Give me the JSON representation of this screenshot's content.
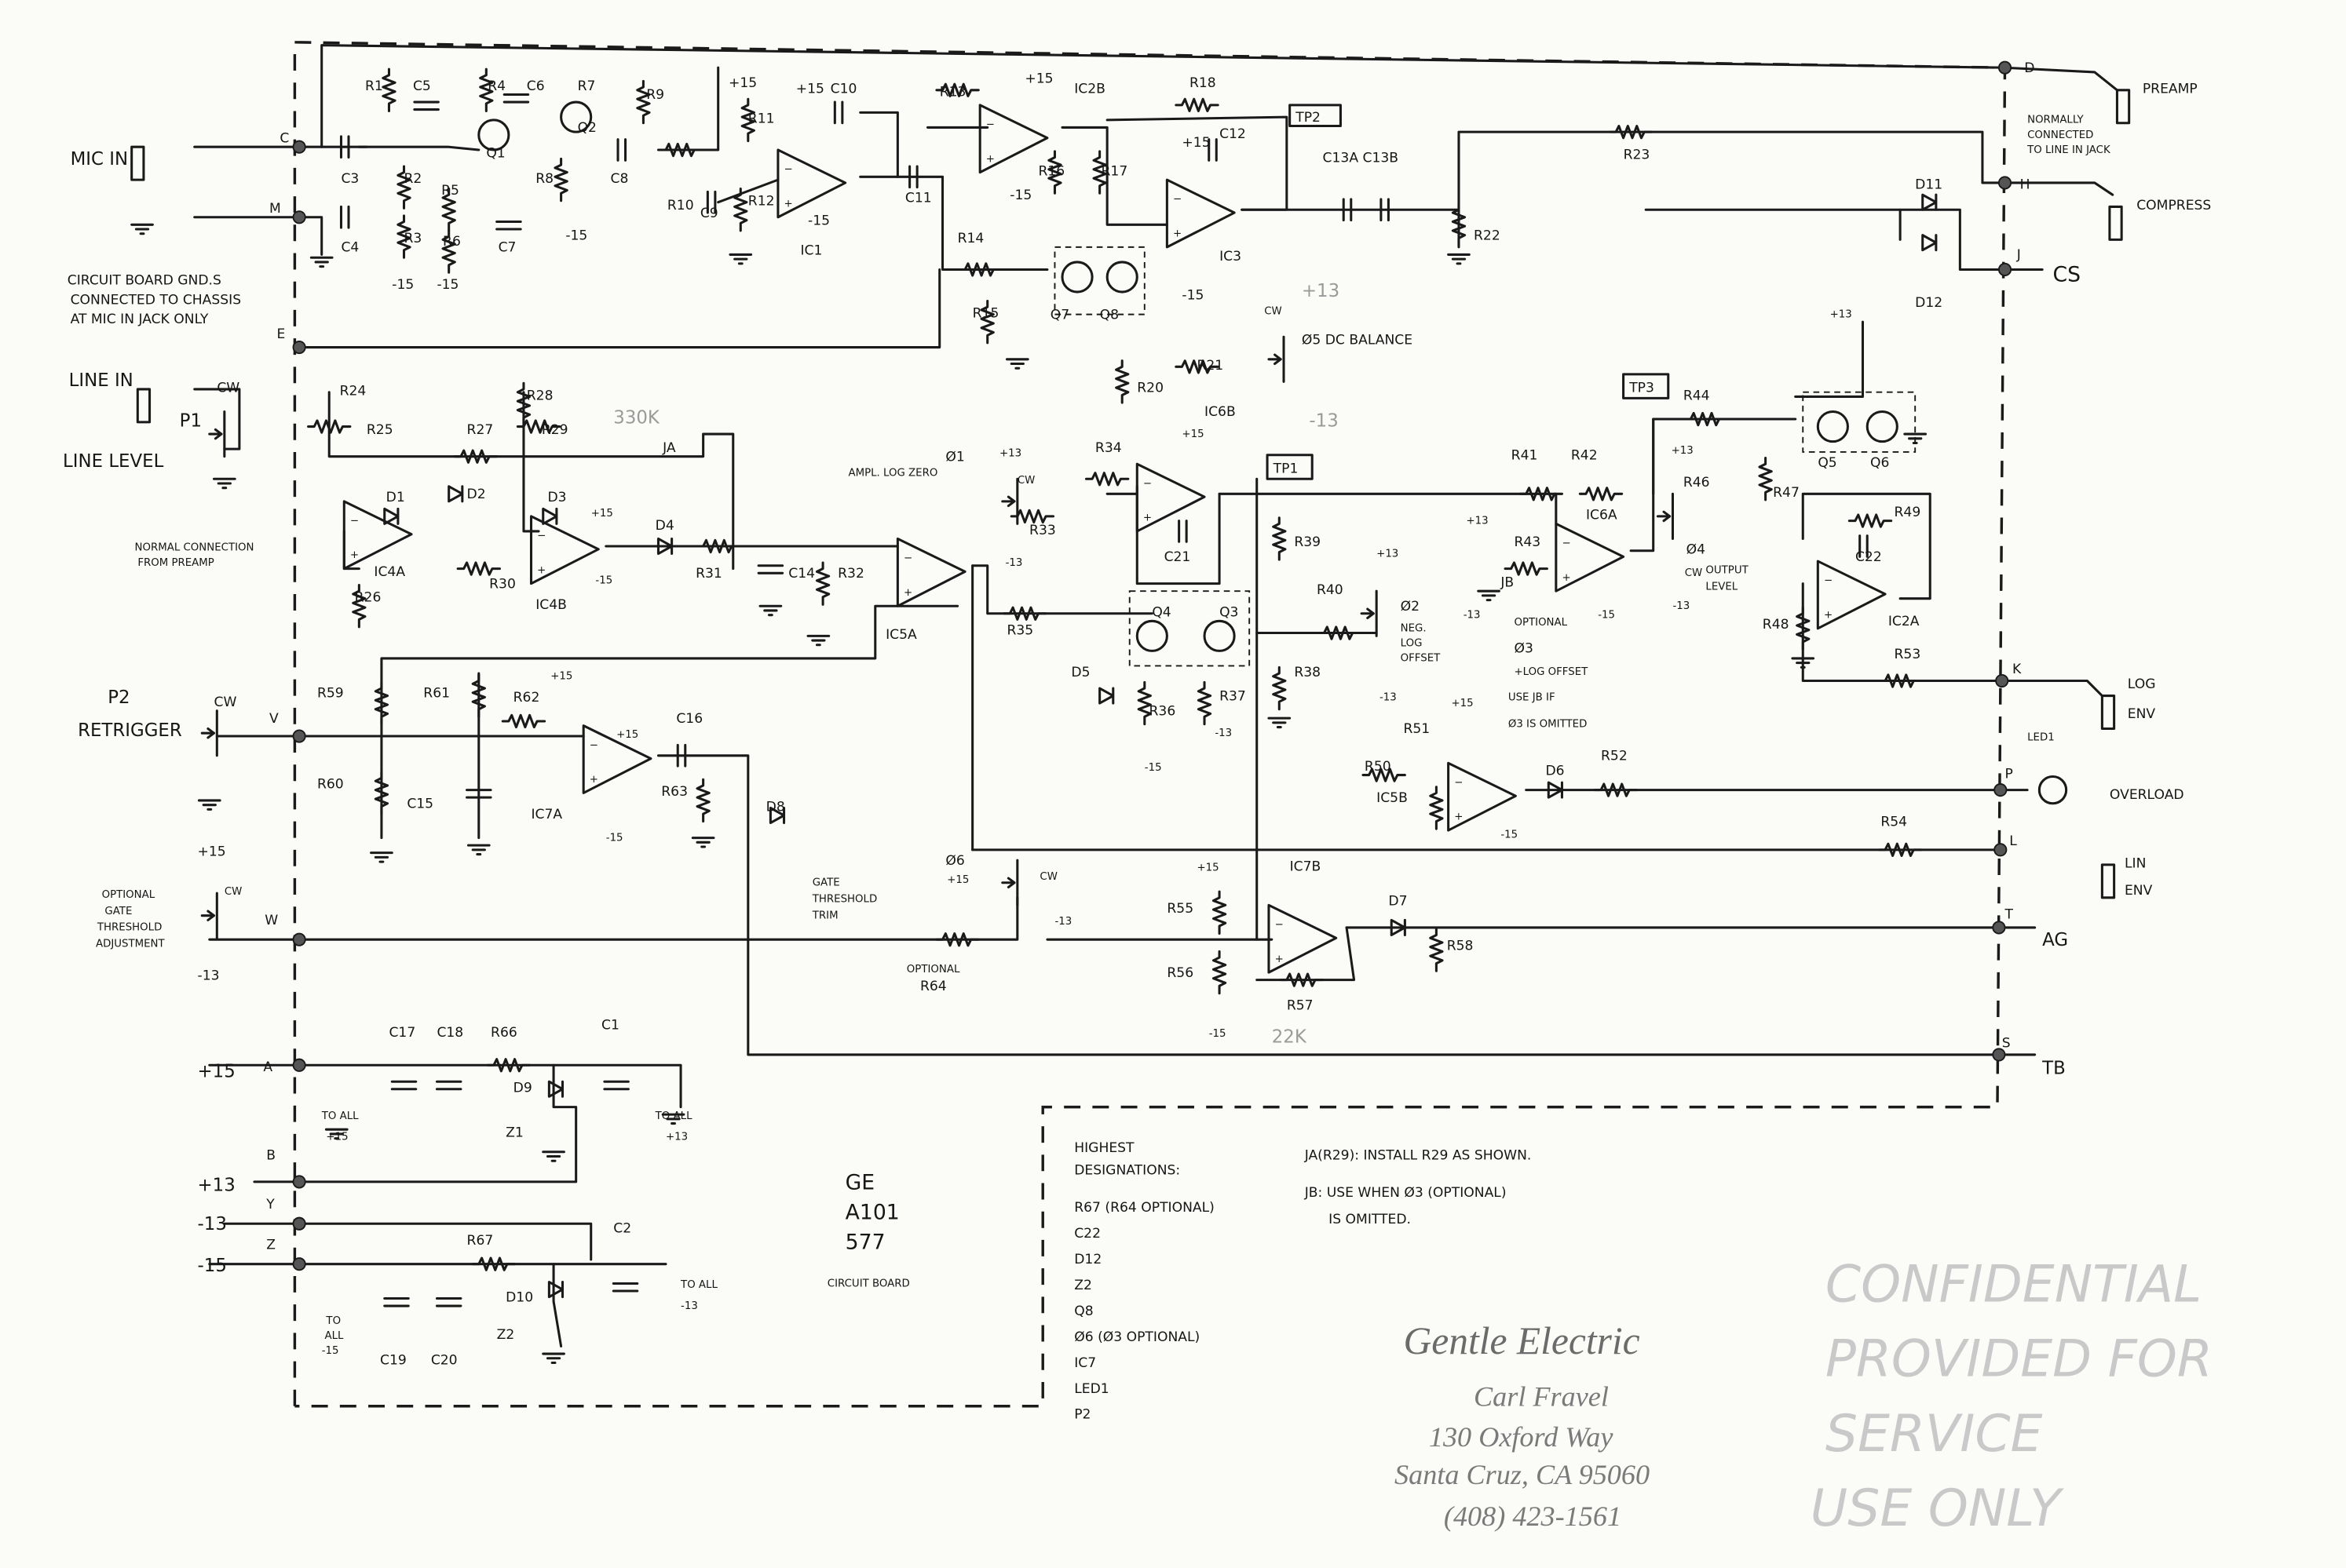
{
  "document": {
    "type": "schematic",
    "ink_color": "#1a1a1a",
    "paper_color": "#fbfbf8"
  },
  "labels": {
    "mic_in": "MIC IN",
    "gnd1": "CIRCUIT BOARD GND.S",
    "gnd2": "CONNECTED TO CHASSIS",
    "gnd3": "AT MIC IN JACK ONLY",
    "line_in": "LINE IN",
    "line_level": "LINE LEVEL",
    "p1": "P1",
    "cw_p1": "CW",
    "norm1": "NORMAL CONNECTION",
    "norm2": "FROM PREAMP",
    "p2": "P2",
    "retrigger": "RETRIGGER",
    "cw_p2": "CW",
    "opt1": "OPTIONAL",
    "opt2": "GATE",
    "opt3": "THRESHOLD",
    "opt4": "ADJUSTMENT",
    "opt_p15": "+15",
    "opt_m13": "-13",
    "opt_cw": "CW",
    "n_c": "C",
    "n_m": "M",
    "n_e": "E",
    "n_v": "V",
    "n_w": "W",
    "n_a": "A",
    "n_b": "B",
    "n_y": "Y",
    "n_z": "Z",
    "n_d": "D",
    "n_h": "H",
    "n_j": "J",
    "n_k": "K",
    "n_p": "P",
    "n_l": "L",
    "n_t": "T",
    "n_s": "S",
    "preamp": "PREAMP",
    "nc1": "NORMALLY",
    "nc2": "CONNECTED",
    "nc3": "TO LINE IN JACK",
    "compress": "COMPRESS",
    "cs": "CS",
    "log_env1": "LOG",
    "log_env2": "ENV",
    "overload": "OVERLOAD",
    "led1b": "LED1",
    "lin_env1": "LIN",
    "lin_env2": "ENV",
    "ag": "AG",
    "tb": "TB",
    "R1": "R1",
    "C5": "C5",
    "R4": "R4",
    "C6": "C6",
    "R7": "R7",
    "R9": "R9",
    "Q2": "Q2",
    "Q1": "Q1",
    "C3": "C3",
    "R2": "R2",
    "R5": "R5",
    "R8": "R8",
    "C8": "C8",
    "R10": "R10",
    "C4": "C4",
    "R3": "R3",
    "R6": "R6",
    "C7": "C7",
    "m15a": "-15",
    "m15b": "-15",
    "m15c": "-15",
    "p15a": "+15",
    "R11": "R11",
    "C9": "C9",
    "R12": "R12",
    "IC1": "IC1",
    "p15c10": "+15",
    "C10": "C10",
    "m15ic1": "-15",
    "R13": "R13",
    "p15b": "+15",
    "IC2B": "IC2B",
    "R18": "R18",
    "TP2": "TP2",
    "R16": "R16",
    "R17": "R17",
    "C11": "C11",
    "R14": "R14",
    "m15ic2": "-15",
    "p15c": "+15",
    "C12": "C12",
    "IC3": "IC3",
    "m15ic3": "-15",
    "C13": "C13A  C13B",
    "R23": "R23",
    "R22": "R22",
    "D11": "D11",
    "D12": "D12",
    "R15": "R15",
    "Q7": "Q7",
    "Q8": "Q8",
    "o5": "Ø5  DC BALANCE",
    "o5cw": "CW",
    "o5p": "+13",
    "o5m": "-13",
    "R20": "R20",
    "R21": "R21",
    "IC6B": "IC6B",
    "R24": "R24",
    "R25": "R25",
    "R27": "R27",
    "R28": "R28",
    "R29": "R29",
    "k330": "330K",
    "JA": "JA",
    "D1": "D1",
    "D2": "D2",
    "D3": "D3",
    "D4": "D4",
    "IC4A": "IC4A",
    "IC4B": "IC4B",
    "R26": "R26",
    "R30": "R30",
    "p15d": "+15",
    "m15d": "-15",
    "R31": "R31",
    "C14": "C14",
    "R32": "R32",
    "IC5A": "IC5A",
    "o1a": "Ø1",
    "o1b": "AMPL. LOG ZERO",
    "o1p": "+13",
    "o1m": "-13",
    "o1cw": "CW",
    "R33": "R33",
    "R34": "R34",
    "p15e": "+15",
    "C21": "C21",
    "TP1": "TP1",
    "R35": "R35",
    "R39": "R39",
    "R40": "R40",
    "o2a": "Ø2",
    "o2b": "NEG.",
    "o2c": "LOG",
    "o2d": "OFFSET",
    "o2p": "+13",
    "o2m": "-13",
    "Q4": "Q4",
    "Q3": "Q3",
    "D5": "D5",
    "R36": "R36",
    "R37": "R37",
    "m13a": "-13",
    "m15e": "-15",
    "R38": "R38",
    "TP3": "TP3",
    "R44": "R44",
    "R41": "R41",
    "R42": "R42",
    "R43": "R43",
    "JB": "JB",
    "p13a": "+13",
    "m13b": "-13",
    "IC6A": "IC6A",
    "m15f": "-15",
    "R46": "R46",
    "R47": "R47",
    "Q5": "Q5",
    "Q6": "Q6",
    "R49": "R49",
    "C22": "C22",
    "p13b": "+13",
    "p13c": "+13",
    "o4a": "Ø4",
    "o4b": "OUTPUT",
    "o4c": "LEVEL",
    "o4cw": "CW",
    "o4m": "-13",
    "R48": "R48",
    "IC2A": "IC2A",
    "R53": "R53",
    "o3a": "OPTIONAL",
    "o3b": "Ø3",
    "o3c": "+LOG OFFSET",
    "o3d": "USE JB IF",
    "o3e": "Ø3 IS OMITTED",
    "R59": "R59",
    "R61": "R61",
    "R62": "R62",
    "p15f": "+15",
    "p15g": "+15",
    "C16": "C16",
    "R60": "R60",
    "C15": "C15",
    "IC7A": "IC7A",
    "m15g": "-15",
    "R63": "R63",
    "D8": "D8",
    "R51": "R51",
    "p15h": "+15",
    "R50": "R50",
    "IC5B": "IC5B",
    "m15h": "-15",
    "D6": "D6",
    "R52": "R52",
    "R54": "R54",
    "o6a": "GATE",
    "o6b": "Ø6",
    "o6c": "THRESHOLD",
    "o6d": "TRIM",
    "o6p": "+15",
    "o6cw": "CW",
    "o6m": "-13",
    "R55": "R55",
    "p15i": "+15",
    "IC7B": "IC7B",
    "D7": "D7",
    "R58": "R58",
    "r64a": "OPTIONAL",
    "r64b": "R64",
    "R56": "R56",
    "m15i": "-15",
    "R57": "R57",
    "k22": "22K",
    "C17": "C17",
    "C18": "C18",
    "R66": "R66",
    "C1": "C1",
    "D9": "D9",
    "Z1": "Z1",
    "ta15a": "TO ALL",
    "ta15b": "+15",
    "ta13a": "TO ALL",
    "ta13b": "+13",
    "in15": "+15",
    "in13": "+13",
    "inm13": "-13",
    "inm15": "-15",
    "R67": "R67",
    "C2": "C2",
    "D10": "D10",
    "Z2": "Z2",
    "tam15a": "TO",
    "tam15b": "ALL",
    "tam15c": "-15",
    "C19": "C19",
    "C20": "C20",
    "tam13a": "TO ALL",
    "tam13b": "-13"
  },
  "board": {
    "lines": [
      "GE",
      "A101",
      "577",
      "CIRCUIT BOARD"
    ]
  },
  "highest_designations": {
    "title1": "HIGHEST",
    "title2": "DESIGNATIONS:",
    "items": [
      "R67  (R64 OPTIONAL)",
      "C22",
      "D12",
      "Z2",
      "Q8",
      "Ø6  (Ø3 OPTIONAL)",
      "IC7",
      "LED1",
      "P2"
    ]
  },
  "notes": {
    "ja": "JA(R29): INSTALL R29 AS SHOWN.",
    "jb1": "JB: USE WHEN Ø3 (OPTIONAL)",
    "jb2": "IS OMITTED."
  },
  "stamp": {
    "company": "Gentle Electric",
    "name": "Carl Fravel",
    "street": "130 Oxford Way",
    "city": "Santa Cruz, CA 95060",
    "phone": "(408) 423-1561"
  },
  "pencil_note": [
    "CONFIDENTIAL",
    "PROVIDED FOR",
    "SERVICE",
    "USE ONLY"
  ]
}
